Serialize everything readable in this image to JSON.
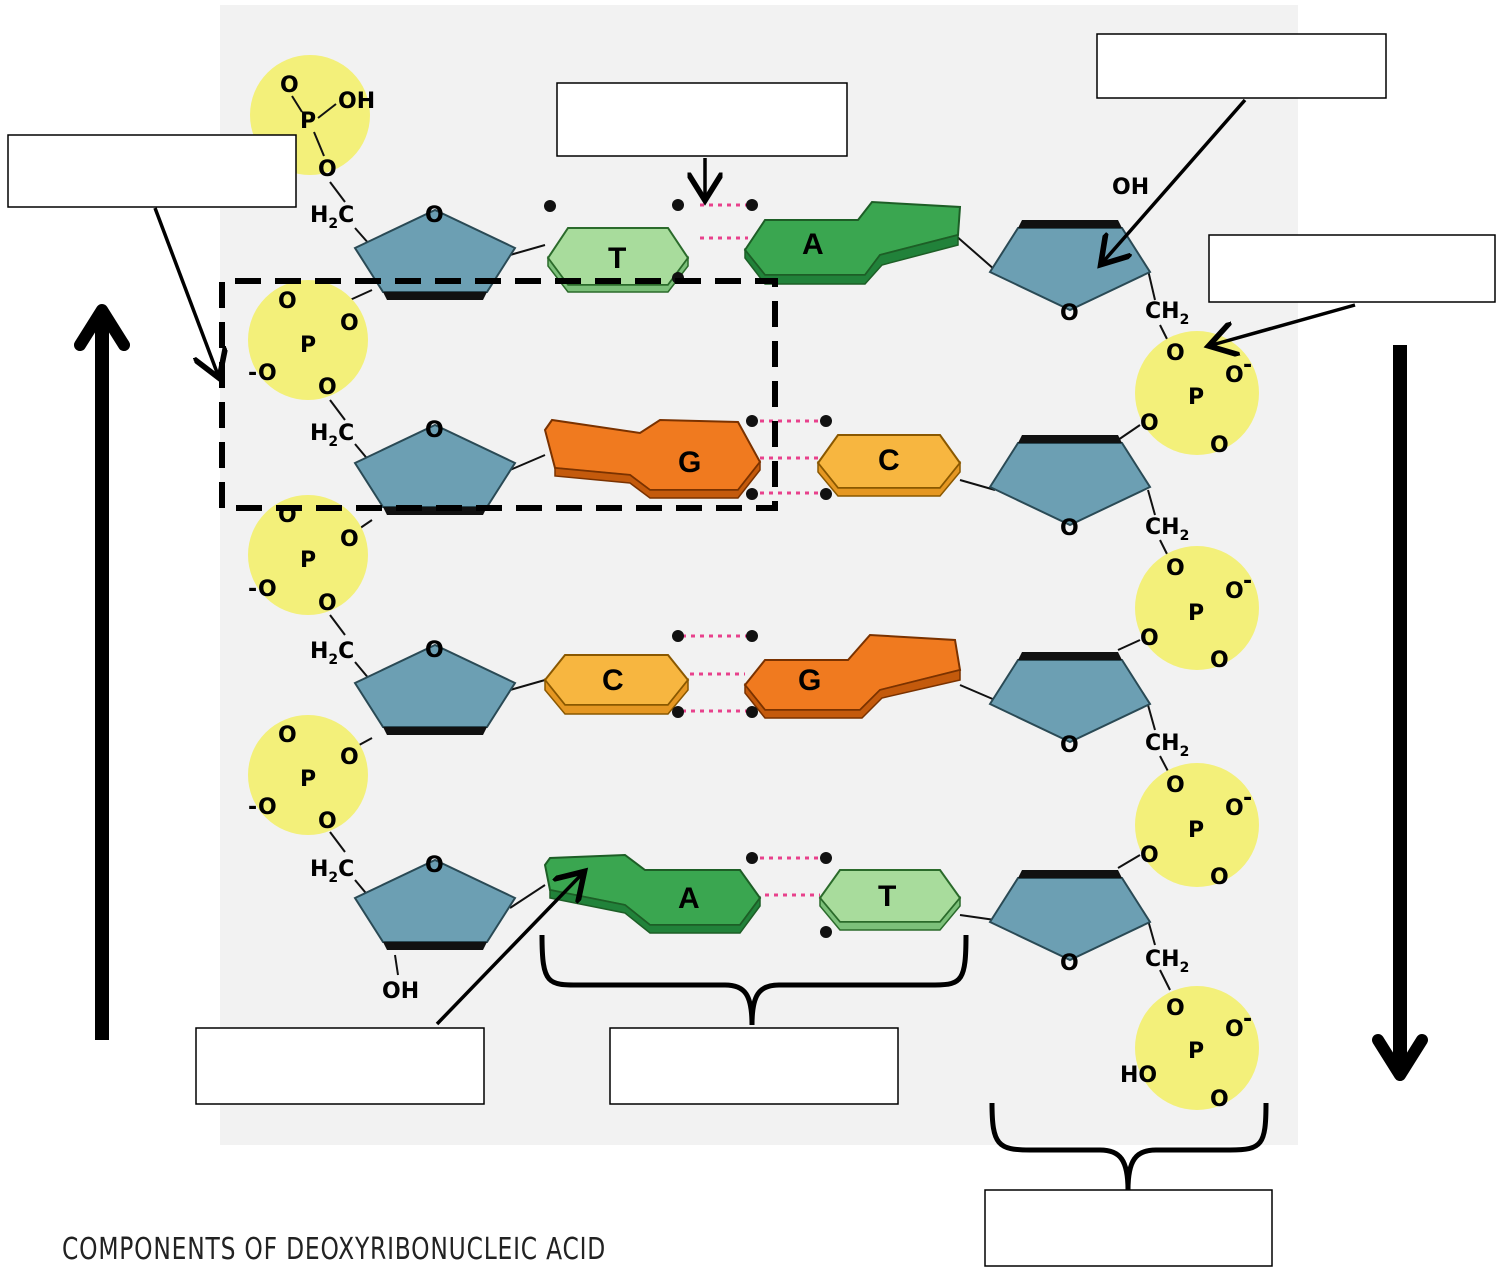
{
  "caption": "COMPONENTS OF DEOXYRIBONUCLEIC ACID",
  "bases": {
    "row1": {
      "left": "T",
      "right": "A"
    },
    "row2": {
      "left": "G",
      "right": "C"
    },
    "row3": {
      "left": "C",
      "right": "G"
    },
    "row4": {
      "left": "A",
      "right": "T"
    }
  },
  "atoms": {
    "O": "O",
    "OH": "OH",
    "HO": "HO",
    "P": "P",
    "H": "H",
    "C": "C",
    "CH": "CH",
    "sub2": "2",
    "minus": "-"
  },
  "label_boxes": [
    "",
    "",
    "",
    "",
    "",
    "",
    ""
  ],
  "colors": {
    "background": "#f2f2f2",
    "phosphate": "#f3f07a",
    "sugar": "#6c9fb3",
    "thymine": "#a8dc9c",
    "adenine": "#3aa650",
    "guanine": "#f07a1f",
    "cytosine": "#f7b640",
    "hbond": "#e8418c"
  }
}
